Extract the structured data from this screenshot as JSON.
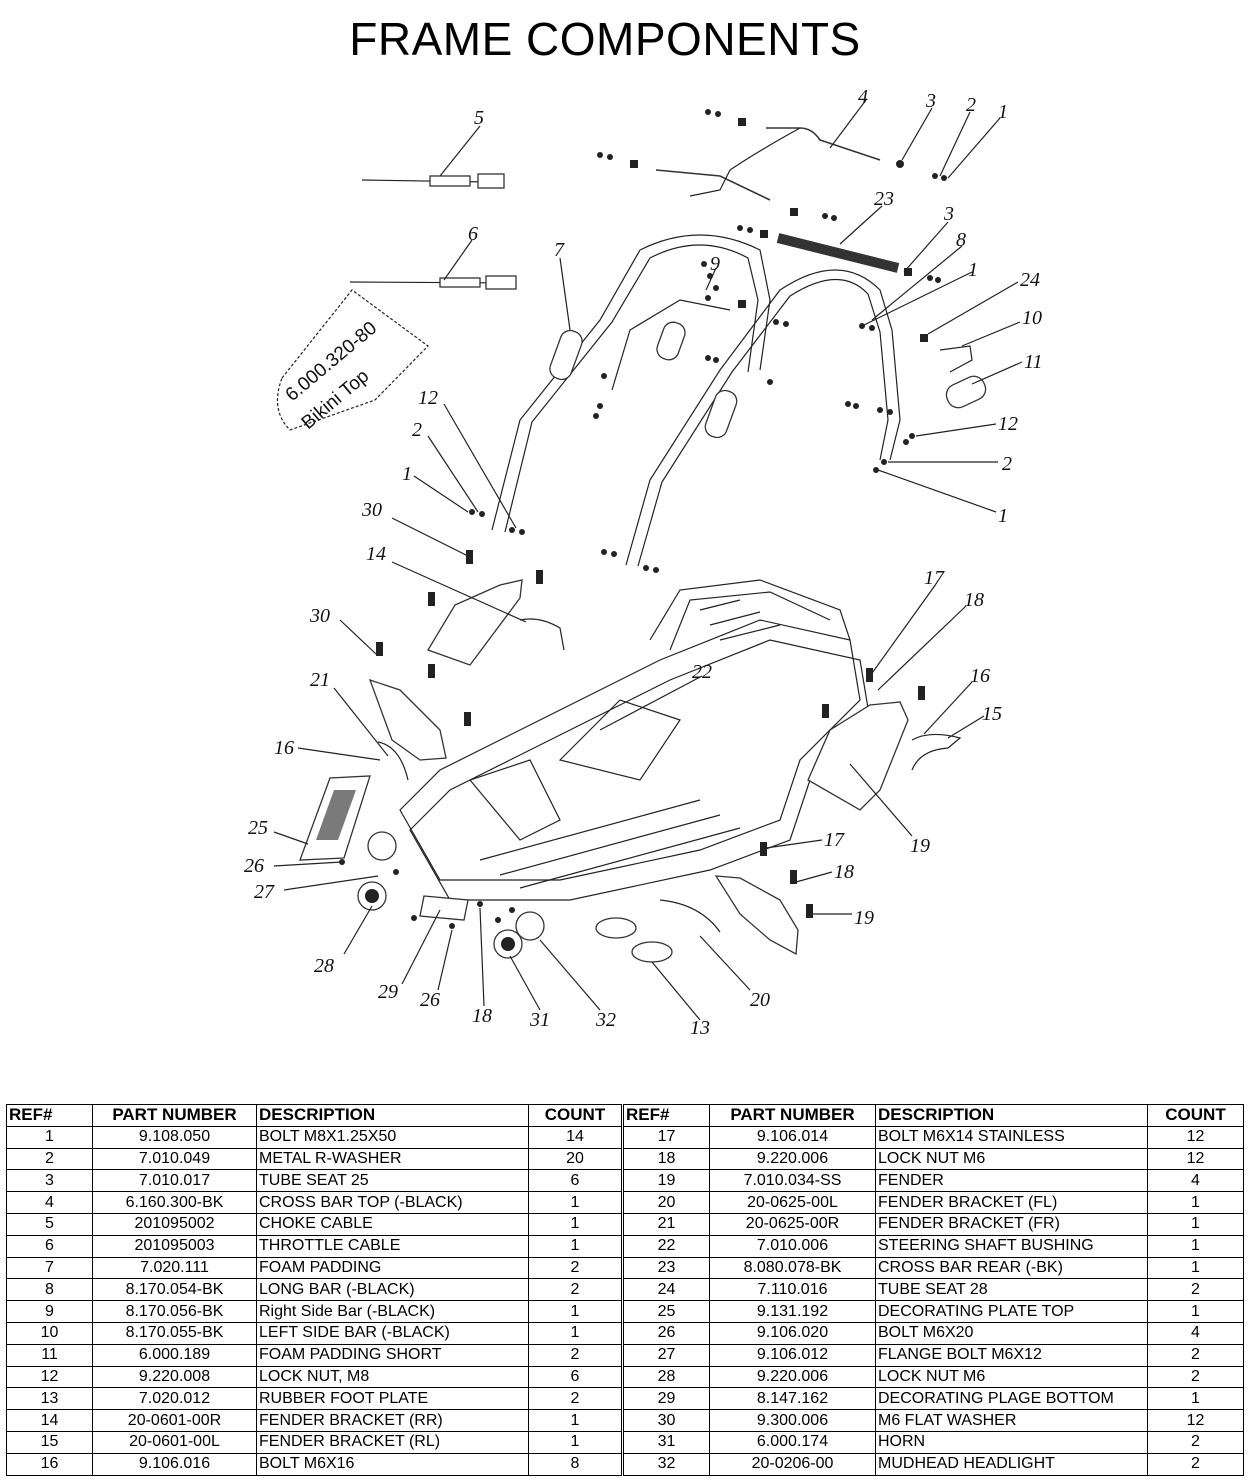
{
  "title": "FRAME COMPONENTS",
  "stamp": {
    "line1": "6.000.320-80",
    "line2": "Bikini Top"
  },
  "callouts": [
    "1",
    "2",
    "3",
    "4",
    "5",
    "6",
    "7",
    "8",
    "9",
    "10",
    "11",
    "12",
    "13",
    "14",
    "15",
    "16",
    "17",
    "18",
    "19",
    "20",
    "21",
    "22",
    "23",
    "24",
    "25",
    "26",
    "27",
    "28",
    "29",
    "30",
    "31",
    "32"
  ],
  "table": {
    "headers": {
      "ref": "REF#",
      "part_number": "PART NUMBER",
      "description": "DESCRIPTION",
      "count": "COUNT"
    },
    "left_rows": [
      {
        "ref": "1",
        "part": "9.108.050",
        "desc": "BOLT M8X1.25X50",
        "count": "14"
      },
      {
        "ref": "2",
        "part": "7.010.049",
        "desc": "METAL R-WASHER",
        "count": "20"
      },
      {
        "ref": "3",
        "part": "7.010.017",
        "desc": "TUBE SEAT 25",
        "count": "6"
      },
      {
        "ref": "4",
        "part": "6.160.300-BK",
        "desc": "CROSS BAR TOP (-BLACK)",
        "count": "1"
      },
      {
        "ref": "5",
        "part": "201095002",
        "desc": "CHOKE CABLE",
        "count": "1"
      },
      {
        "ref": "6",
        "part": "201095003",
        "desc": "THROTTLE CABLE",
        "count": "1"
      },
      {
        "ref": "7",
        "part": "7.020.111",
        "desc": "FOAM PADDING",
        "count": "2"
      },
      {
        "ref": "8",
        "part": "8.170.054-BK",
        "desc": "LONG BAR (-BLACK)",
        "count": "2"
      },
      {
        "ref": "9",
        "part": "8.170.056-BK",
        "desc": "Right Side Bar (-BLACK)",
        "count": "1"
      },
      {
        "ref": "10",
        "part": "8.170.055-BK",
        "desc": "LEFT SIDE BAR (-BLACK)",
        "count": "1"
      },
      {
        "ref": "11",
        "part": "6.000.189",
        "desc": "FOAM PADDING SHORT",
        "count": "2"
      },
      {
        "ref": "12",
        "part": "9.220.008",
        "desc": "LOCK NUT, M8",
        "count": "6"
      },
      {
        "ref": "13",
        "part": "7.020.012",
        "desc": "RUBBER FOOT PLATE",
        "count": "2"
      },
      {
        "ref": "14",
        "part": "20-0601-00R",
        "desc": "FENDER BRACKET (RR)",
        "count": "1"
      },
      {
        "ref": "15",
        "part": "20-0601-00L",
        "desc": "FENDER BRACKET (RL)",
        "count": "1"
      },
      {
        "ref": "16",
        "part": "9.106.016",
        "desc": "BOLT M6X16",
        "count": "8"
      }
    ],
    "right_rows": [
      {
        "ref": "17",
        "part": "9.106.014",
        "desc": "BOLT M6X14 STAINLESS",
        "count": "12"
      },
      {
        "ref": "18",
        "part": "9.220.006",
        "desc": "LOCK NUT M6",
        "count": "12"
      },
      {
        "ref": "19",
        "part": "7.010.034-SS",
        "desc": "FENDER",
        "count": "4"
      },
      {
        "ref": "20",
        "part": "20-0625-00L",
        "desc": "FENDER BRACKET (FL)",
        "count": "1"
      },
      {
        "ref": "21",
        "part": "20-0625-00R",
        "desc": "FENDER BRACKET (FR)",
        "count": "1"
      },
      {
        "ref": "22",
        "part": "7.010.006",
        "desc": "STEERING SHAFT BUSHING",
        "count": "1"
      },
      {
        "ref": "23",
        "part": "8.080.078-BK",
        "desc": "CROSS BAR REAR (-BK)",
        "count": "1"
      },
      {
        "ref": "24",
        "part": "7.110.016",
        "desc": "TUBE SEAT 28",
        "count": "2"
      },
      {
        "ref": "25",
        "part": "9.131.192",
        "desc": "DECORATING PLATE TOP",
        "count": "1"
      },
      {
        "ref": "26",
        "part": "9.106.020",
        "desc": "BOLT M6X20",
        "count": "4"
      },
      {
        "ref": "27",
        "part": "9.106.012",
        "desc": "FLANGE BOLT M6X12",
        "count": "2"
      },
      {
        "ref": "28",
        "part": "9.220.006",
        "desc": "LOCK NUT M6",
        "count": "2"
      },
      {
        "ref": "29",
        "part": "8.147.162",
        "desc": "DECORATING PLAGE BOTTOM",
        "count": "1"
      },
      {
        "ref": "30",
        "part": "9.300.006",
        "desc": "M6 FLAT WASHER",
        "count": "12"
      },
      {
        "ref": "31",
        "part": "6.000.174",
        "desc": "HORN",
        "count": "2"
      },
      {
        "ref": "32",
        "part": "20-0206-00",
        "desc": "MUDHEAD HEADLIGHT",
        "count": "2"
      }
    ]
  }
}
